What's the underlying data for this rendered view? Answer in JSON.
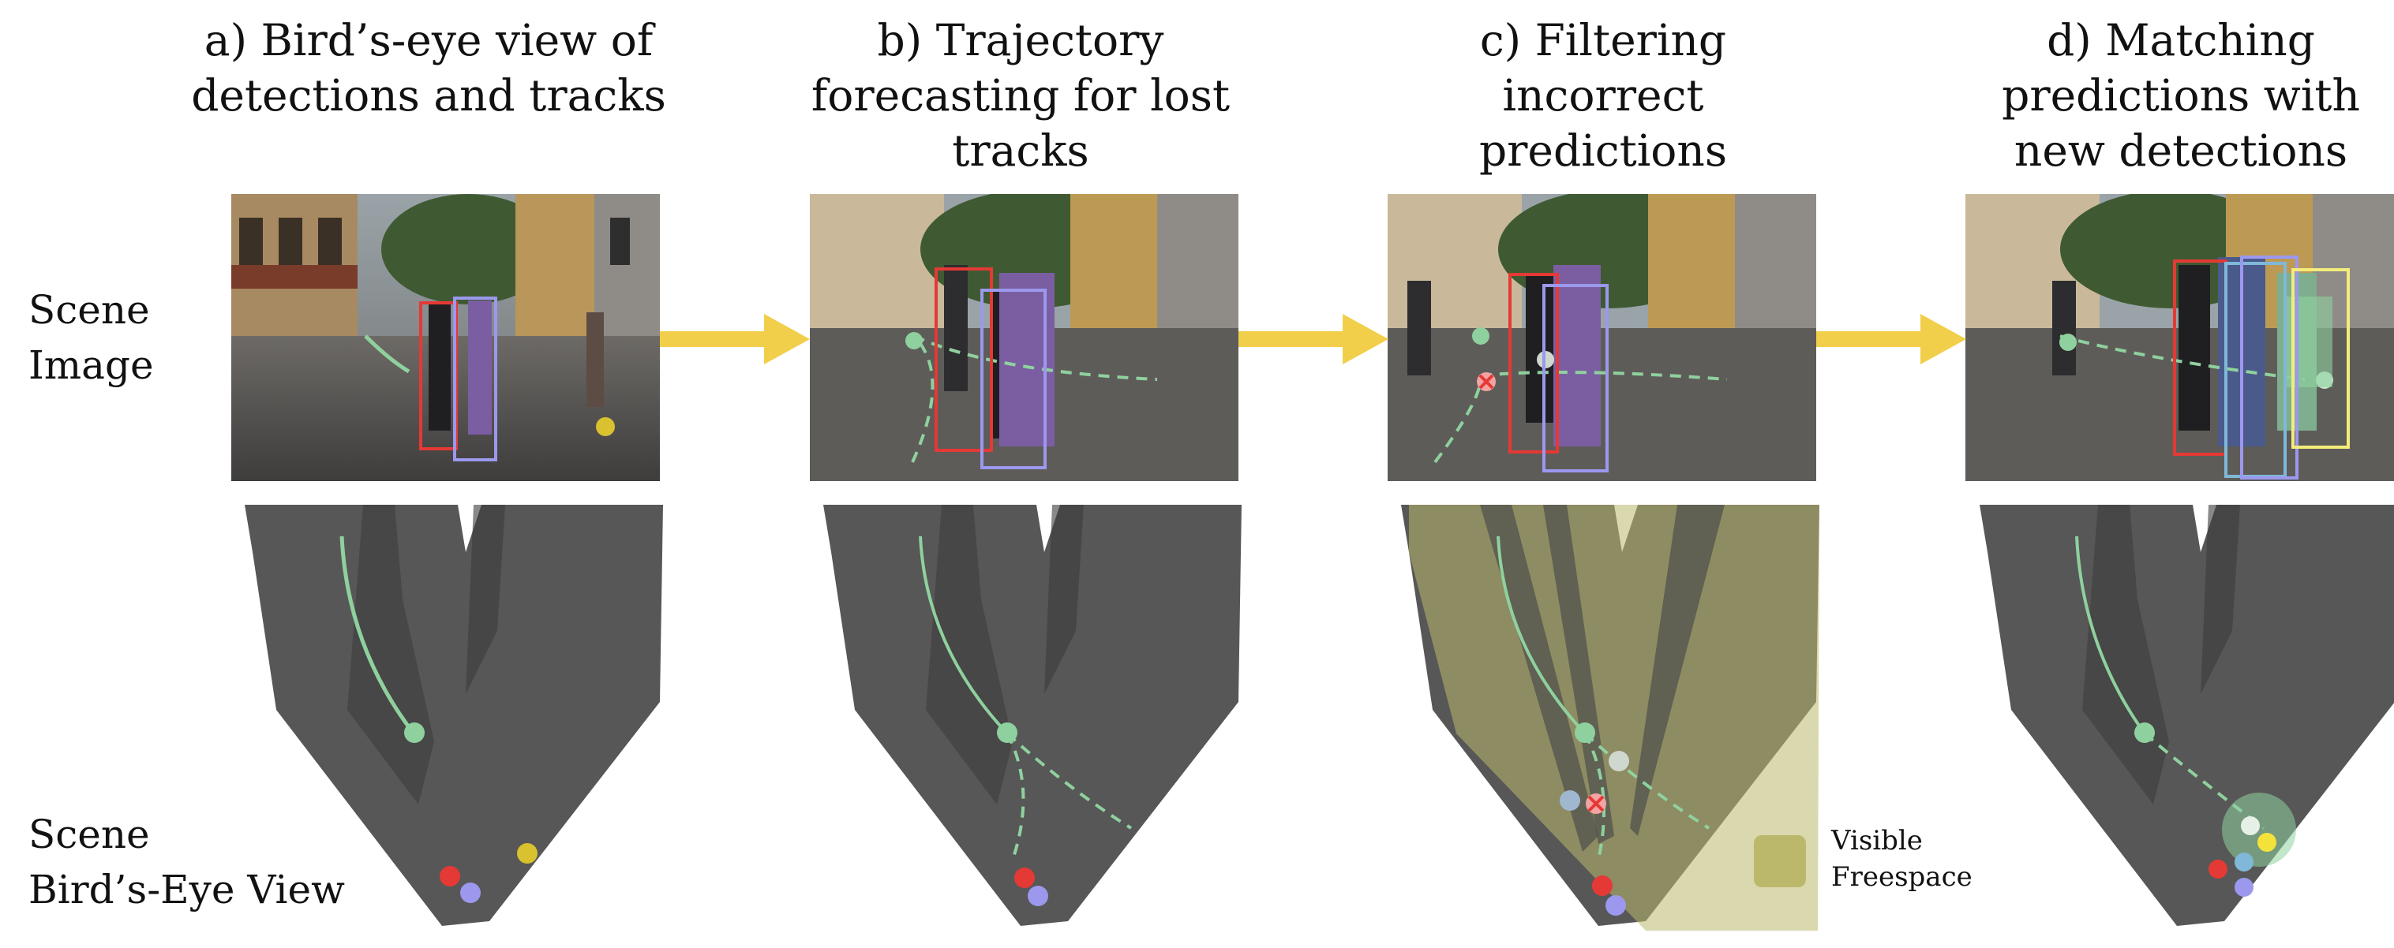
{
  "panels": [
    {
      "id": "a",
      "title_lines": [
        "a) Bird’s-eye view of",
        "detections and tracks"
      ]
    },
    {
      "id": "b",
      "title_lines": [
        "b) Trajectory",
        "forecasting for lost",
        "tracks"
      ]
    },
    {
      "id": "c",
      "title_lines": [
        "c) Filtering",
        "incorrect",
        "predictions"
      ]
    },
    {
      "id": "d",
      "title_lines": [
        "d) Matching",
        "predictions with",
        "new detections"
      ]
    }
  ],
  "rows": {
    "scene_image": [
      "Scene",
      "Image"
    ],
    "bev": [
      "Scene",
      "Bird’s-Eye View"
    ]
  },
  "legend": {
    "lines": [
      "Visible",
      "Freespace"
    ]
  },
  "colors": {
    "track_green": "#8fd19e",
    "det_red": "#e53935",
    "det_purple": "#9b98ee",
    "det_yellow": "#d9c12f",
    "det_blue": "#7fb8d8",
    "arrow_yellow": "#f2cf4a",
    "freespace": "#bcb86b"
  }
}
